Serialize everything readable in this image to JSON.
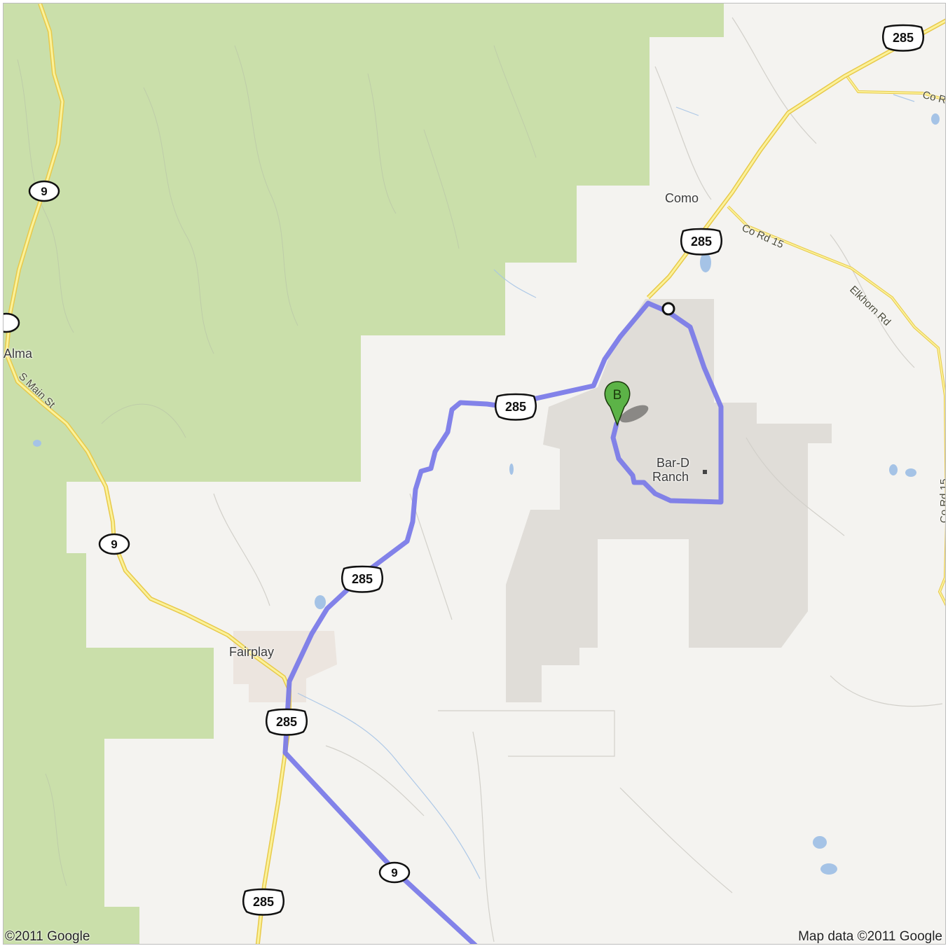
{
  "map": {
    "places": [
      {
        "id": "como",
        "name": "Como"
      },
      {
        "id": "alma",
        "name": "Alma"
      },
      {
        "id": "fairplay",
        "name": "Fairplay"
      },
      {
        "id": "bar-d-ranch-1",
        "name": "Bar-D"
      },
      {
        "id": "bar-d-ranch-2",
        "name": "Ranch"
      }
    ],
    "roads": [
      {
        "id": "co-rd-15",
        "name": "Co Rd 15"
      },
      {
        "id": "elkhorn-rd",
        "name": "Elkhorn Rd"
      },
      {
        "id": "s-main-st",
        "name": "S Main St"
      },
      {
        "id": "co-rd-15-east",
        "name": "Co Rd 15"
      },
      {
        "id": "co-rd-top",
        "name": "Co R"
      }
    ],
    "shields": {
      "us_285": "285",
      "co_9": "9"
    },
    "marker": {
      "label": "B",
      "color": "#5cb347"
    },
    "colors": {
      "background": "#f4f3f0",
      "forest": "#cadfaa",
      "private_land": "#e0ddd8",
      "highway": "#f7e75c",
      "route": "#7b7be8",
      "water": "#a5c3e6"
    },
    "copyright_left": "©2011 Google",
    "copyright_right": "Map data ©2011 Google"
  }
}
